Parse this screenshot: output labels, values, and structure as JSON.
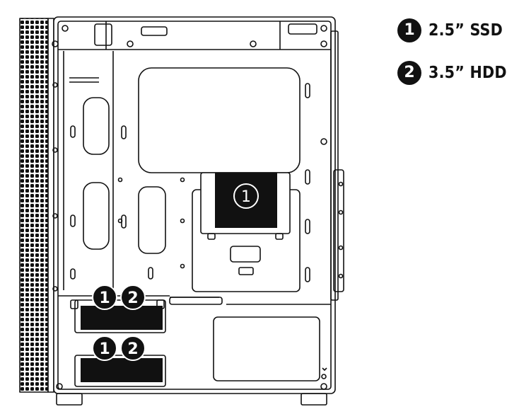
{
  "legend": [
    {
      "number": "1",
      "label": "2.5” SSD"
    },
    {
      "number": "2",
      "label": "3.5” HDD"
    }
  ],
  "callouts": {
    "ssd_mount": "1",
    "bay_upper_a": "1",
    "bay_upper_b": "2",
    "bay_lower_a": "1",
    "bay_lower_b": "2"
  },
  "colors": {
    "line": "#111111",
    "fill_dark": "#111111",
    "background": "#ffffff"
  }
}
